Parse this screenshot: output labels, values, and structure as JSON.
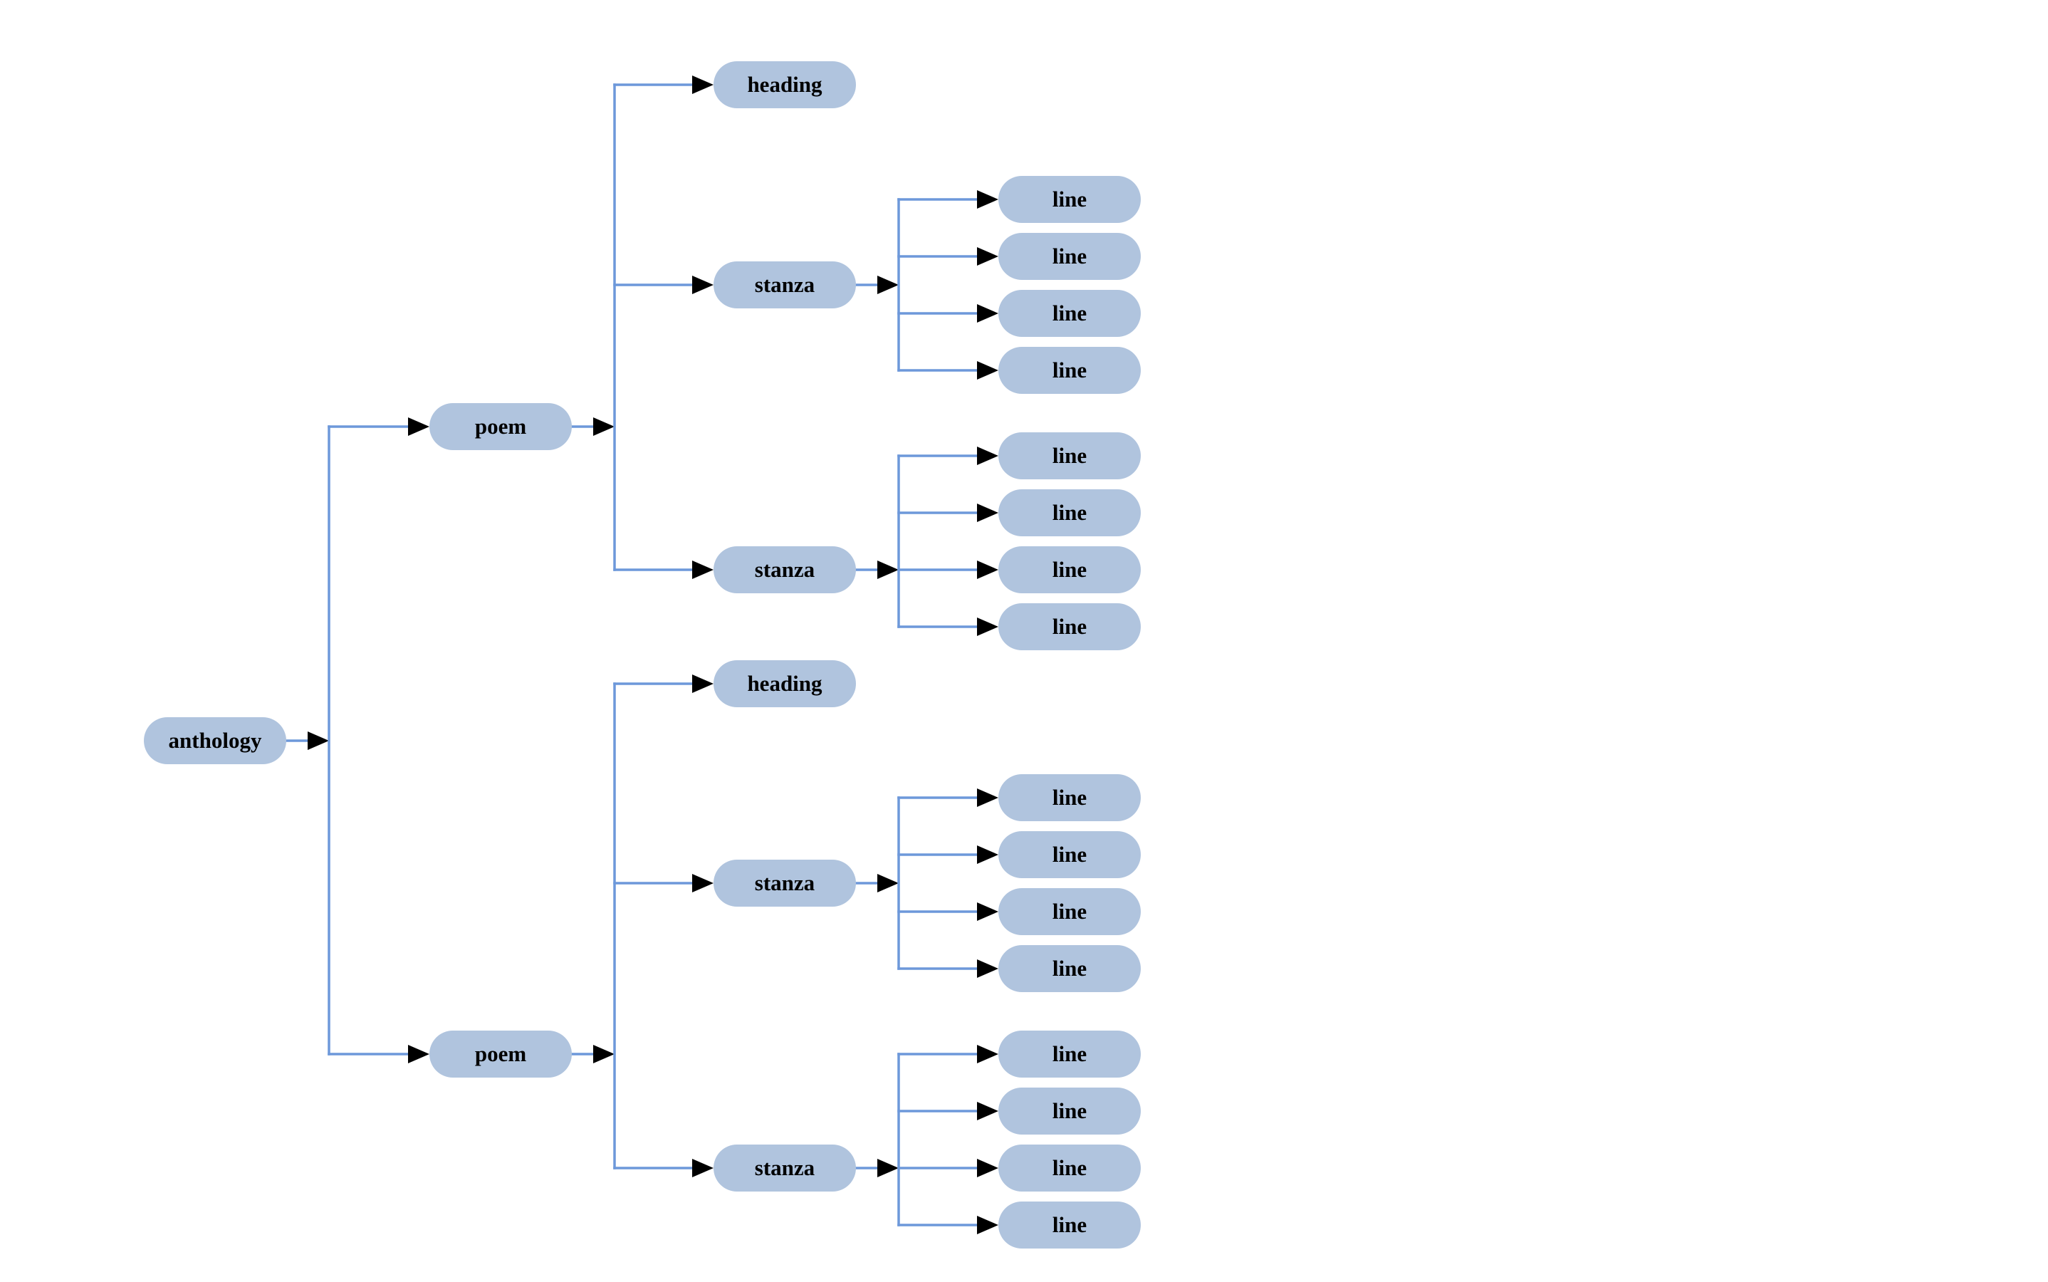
{
  "diagram": {
    "type": "tree-diagram",
    "background": "#ffffff",
    "node_fill": "#b0c4de",
    "node_text_color": "#000000",
    "edge_color": "#6d98da",
    "arrowhead_color": "#000000",
    "tree": {
      "label": "anthology",
      "children": [
        {
          "label": "poem",
          "children": [
            {
              "label": "heading",
              "children": []
            },
            {
              "label": "stanza",
              "children": [
                {
                  "label": "line",
                  "children": []
                },
                {
                  "label": "line",
                  "children": []
                },
                {
                  "label": "line",
                  "children": []
                },
                {
                  "label": "line",
                  "children": []
                }
              ]
            },
            {
              "label": "stanza",
              "children": [
                {
                  "label": "line",
                  "children": []
                },
                {
                  "label": "line",
                  "children": []
                },
                {
                  "label": "line",
                  "children": []
                },
                {
                  "label": "line",
                  "children": []
                }
              ]
            }
          ]
        },
        {
          "label": "poem",
          "children": [
            {
              "label": "heading",
              "children": []
            },
            {
              "label": "stanza",
              "children": [
                {
                  "label": "line",
                  "children": []
                },
                {
                  "label": "line",
                  "children": []
                },
                {
                  "label": "line",
                  "children": []
                },
                {
                  "label": "line",
                  "children": []
                }
              ]
            },
            {
              "label": "stanza",
              "children": [
                {
                  "label": "line",
                  "children": []
                },
                {
                  "label": "line",
                  "children": []
                },
                {
                  "label": "line",
                  "children": []
                },
                {
                  "label": "line",
                  "children": []
                }
              ]
            }
          ]
        }
      ]
    }
  }
}
